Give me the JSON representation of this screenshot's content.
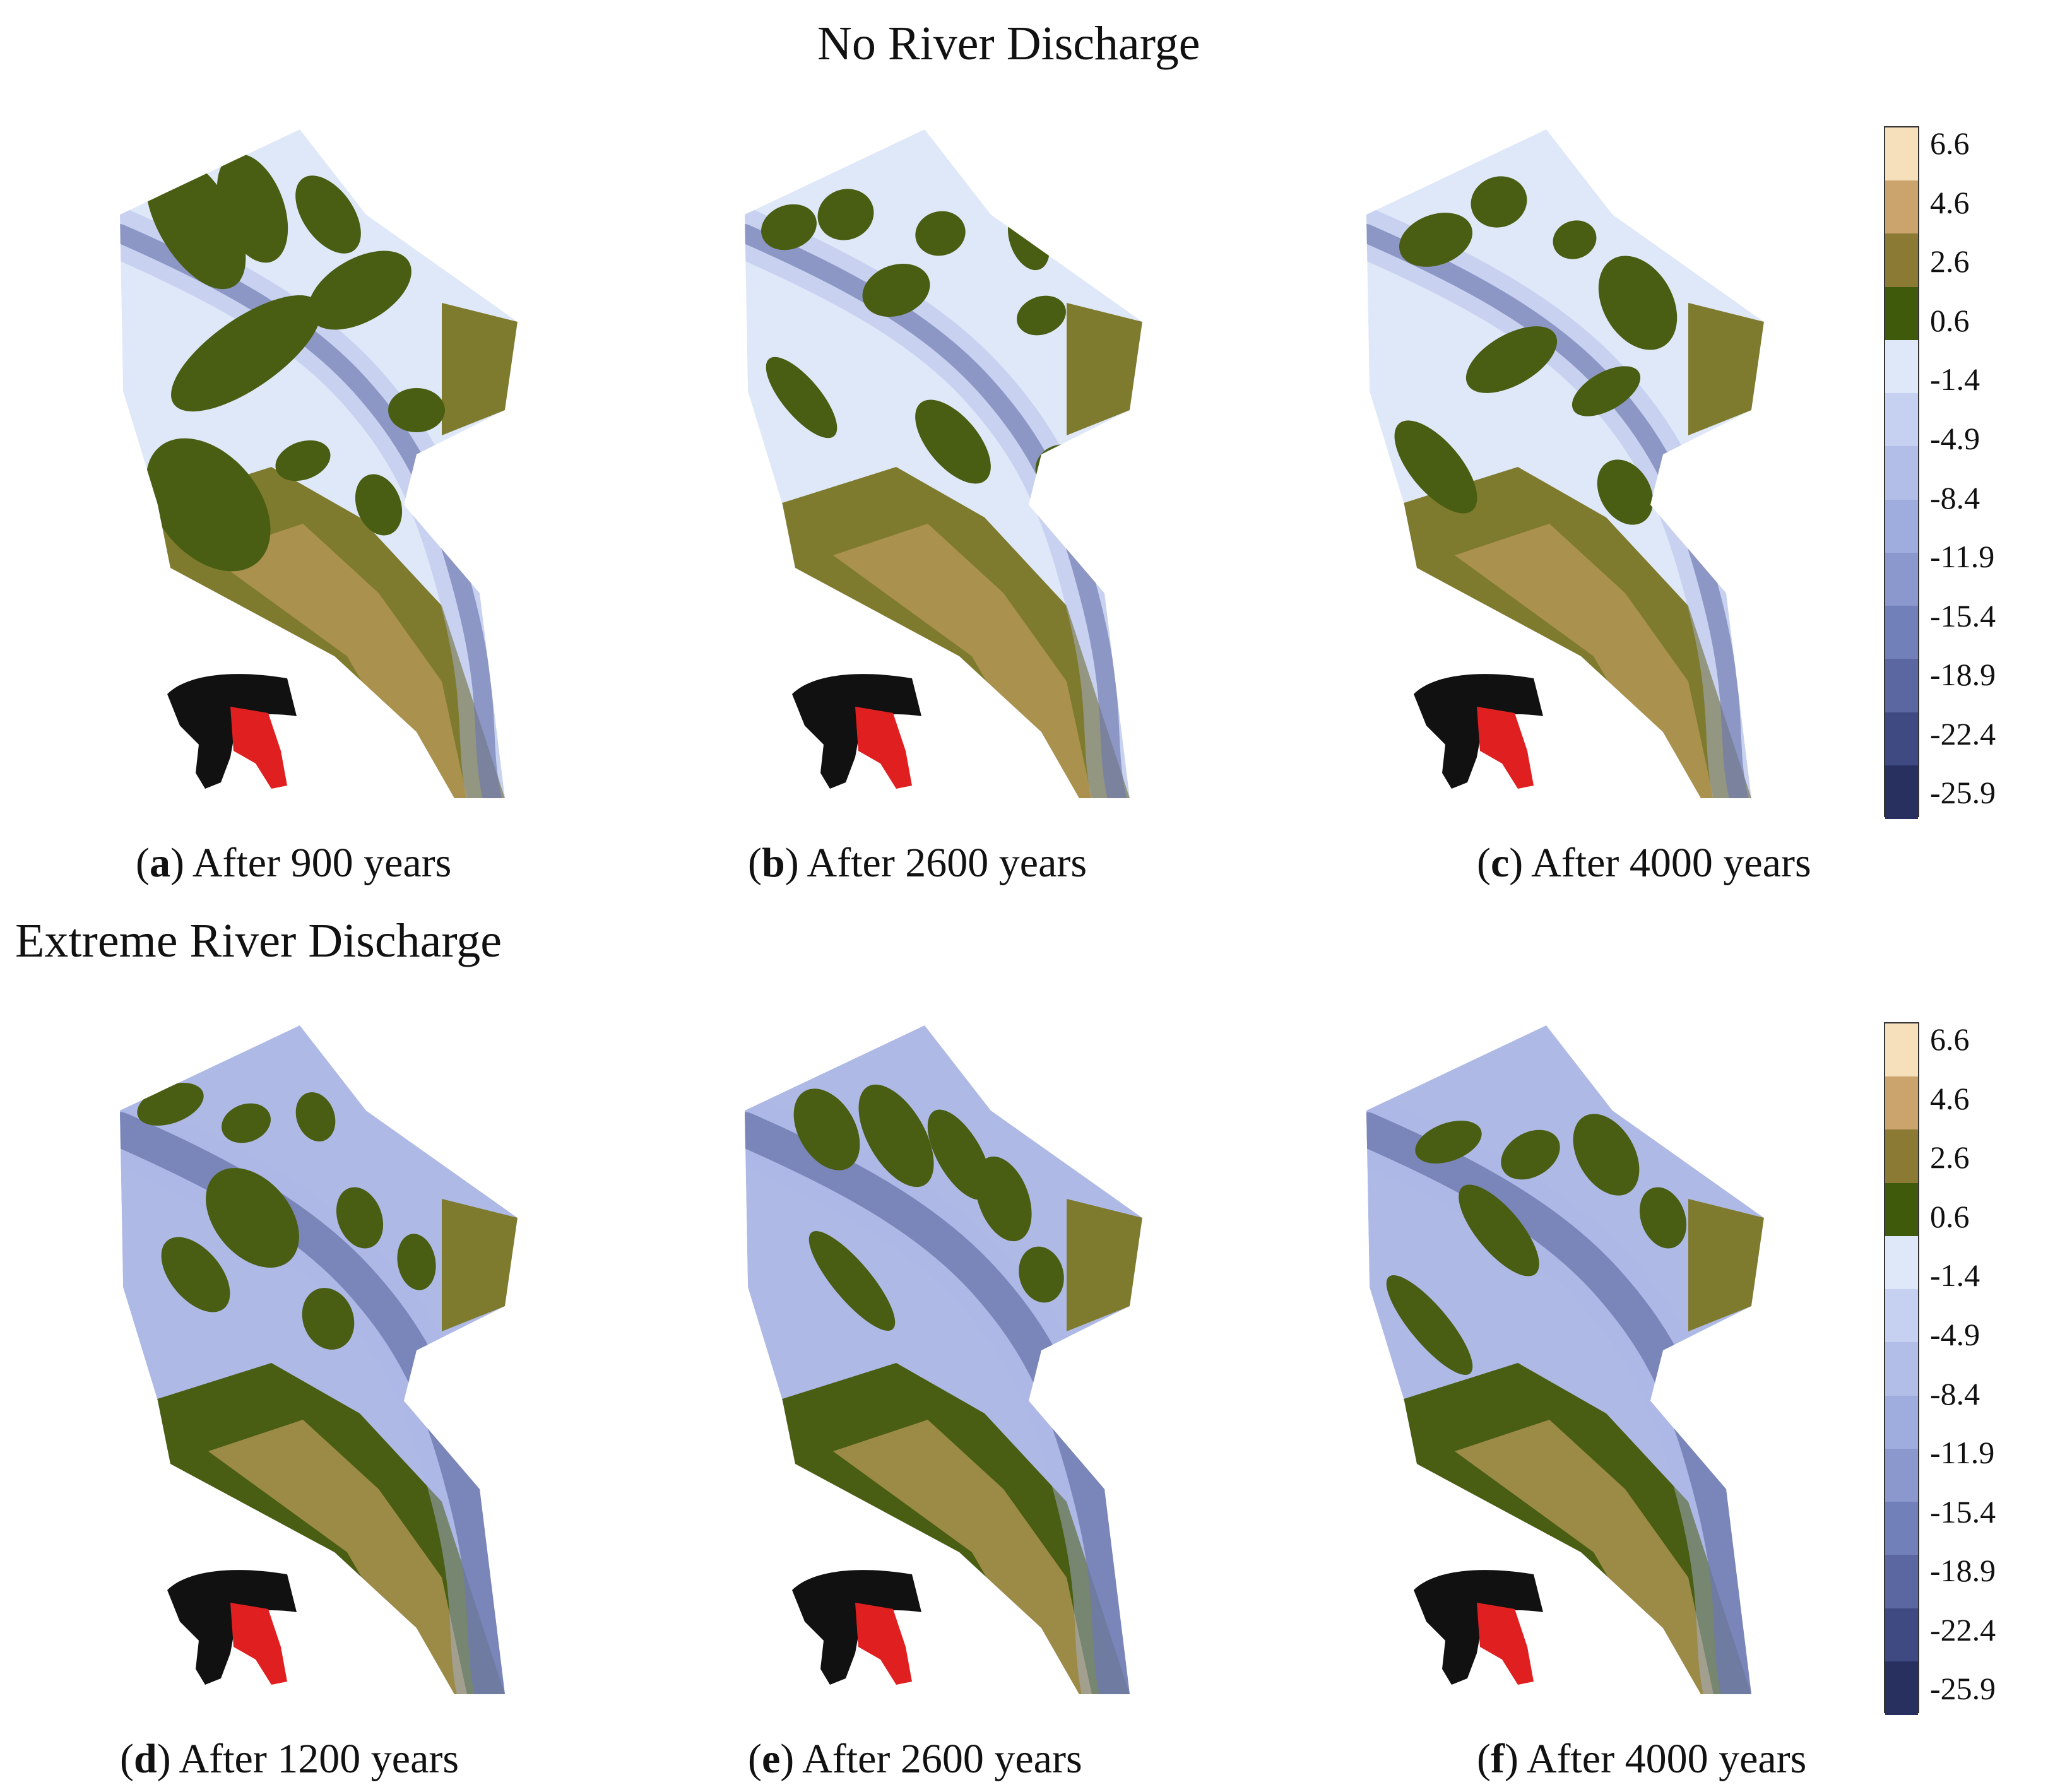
{
  "titles": {
    "no_discharge": "No River Discharge",
    "extreme_discharge": "Extreme River Discharge"
  },
  "panels": [
    {
      "letter": "a",
      "caption": "After 900 years",
      "group": "no_discharge"
    },
    {
      "letter": "b",
      "caption": "After 2600 years",
      "group": "no_discharge"
    },
    {
      "letter": "c",
      "caption": "After 4000 years",
      "group": "no_discharge"
    },
    {
      "letter": "d",
      "caption": "After 1200 years",
      "group": "extreme_discharge"
    },
    {
      "letter": "e",
      "caption": "After 2600 years",
      "group": "extreme_discharge"
    },
    {
      "letter": "f",
      "caption": "After 4000 years",
      "group": "extreme_discharge"
    }
  ],
  "colorbar": {
    "ticks": [
      "6.6",
      "4.6",
      "2.6",
      "0.6",
      "-1.4",
      "-4.9",
      "-8.4",
      "-11.9",
      "-15.4",
      "-18.9",
      "-22.4",
      "-25.9"
    ],
    "colors": [
      "#f6dfbb",
      "#cba36c",
      "#8a7a34",
      "#3f5a0a",
      "#dfe8f8",
      "#c6d1f1",
      "#b2bee8",
      "#9eacde",
      "#8a98cd",
      "#7280b9",
      "#5b67a0",
      "#404a82",
      "#27305f"
    ]
  },
  "palette": {
    "land_dark": "#495e12",
    "land_olive": "#7f7b2e",
    "land_tan": "#b89a5a",
    "sand": "#f1d3a8",
    "water_light": "#dfe8f8",
    "water_mid": "#aeb9e6",
    "channel_dark": "#3a4480",
    "inset_red": "#e02020",
    "inset_black": "#111111"
  }
}
